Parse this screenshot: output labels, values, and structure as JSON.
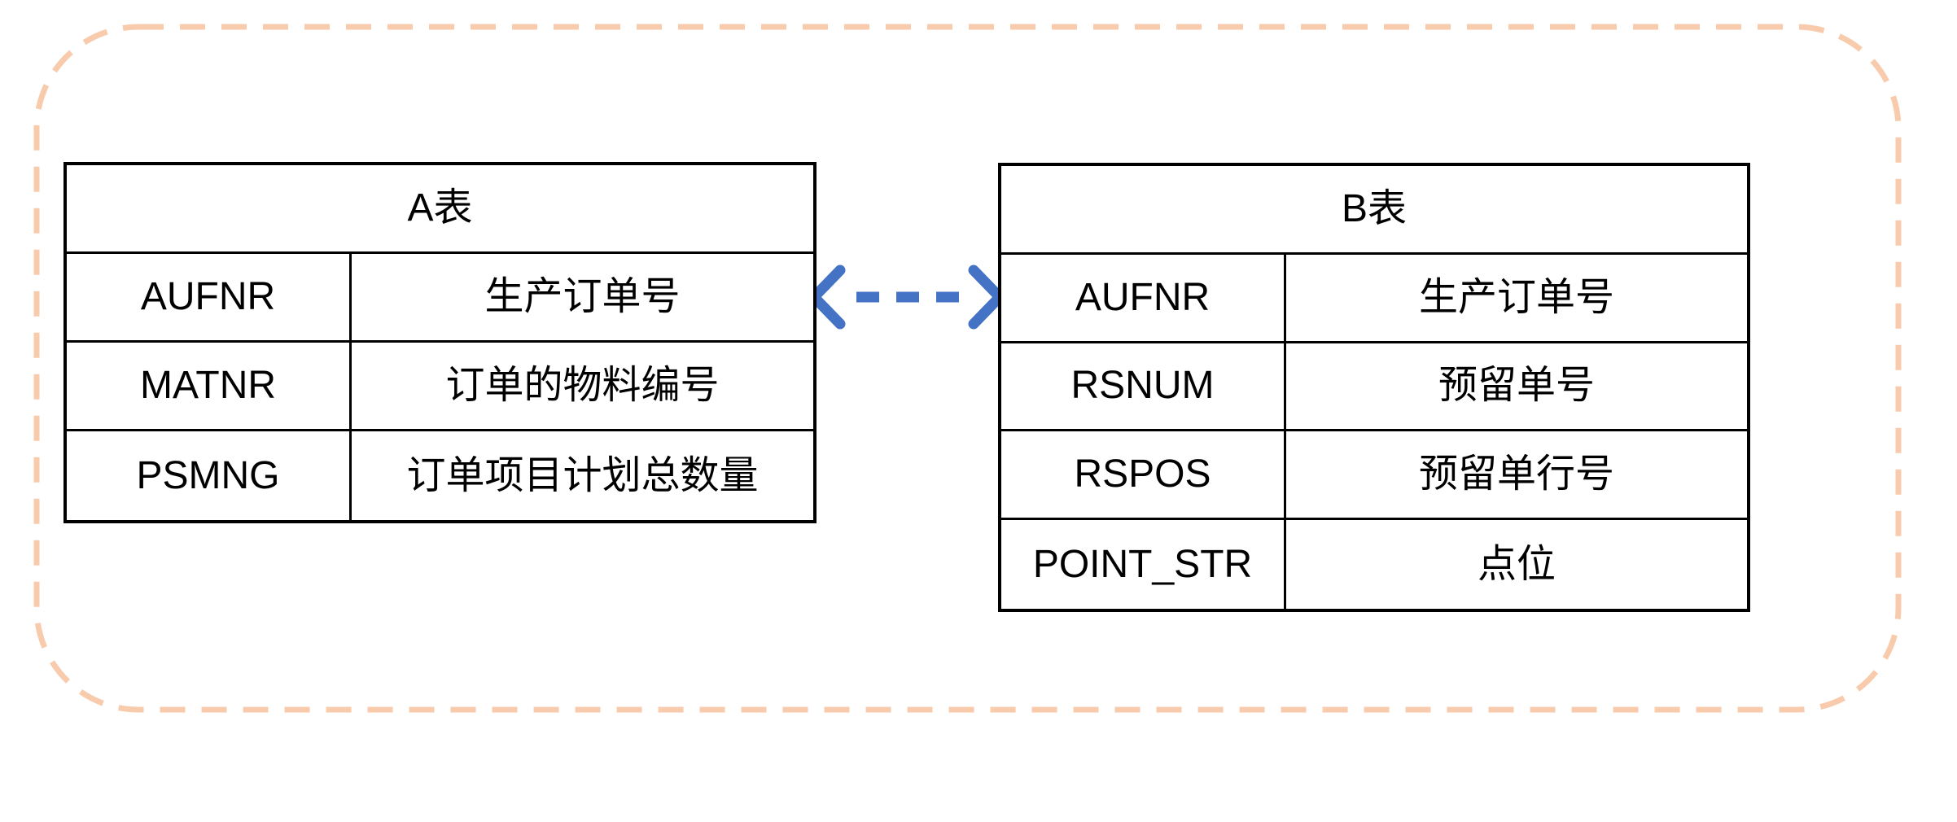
{
  "colors": {
    "background": "#FFFFFF",
    "outer_dashed_border": "#F8CBAD",
    "arrow": "#4472C4",
    "table_border": "#000000",
    "text": "#000000"
  },
  "table_a": {
    "title": "A表",
    "rows": [
      {
        "field": "AUFNR",
        "desc": "生产订单号"
      },
      {
        "field": "MATNR",
        "desc": "订单的物料编号"
      },
      {
        "field": "PSMNG",
        "desc": "订单项目计划总数量"
      }
    ]
  },
  "table_b": {
    "title": "B表",
    "rows": [
      {
        "field": "AUFNR",
        "desc": "生产订单号"
      },
      {
        "field": "RSNUM",
        "desc": "预留单号"
      },
      {
        "field": "RSPOS",
        "desc": "预留单行号"
      },
      {
        "field": "POINT_STR",
        "desc": "点位"
      }
    ]
  },
  "relation": {
    "style": "dashed-double-arrow",
    "connects": "A表.AUFNR ↔ B表.AUFNR"
  }
}
